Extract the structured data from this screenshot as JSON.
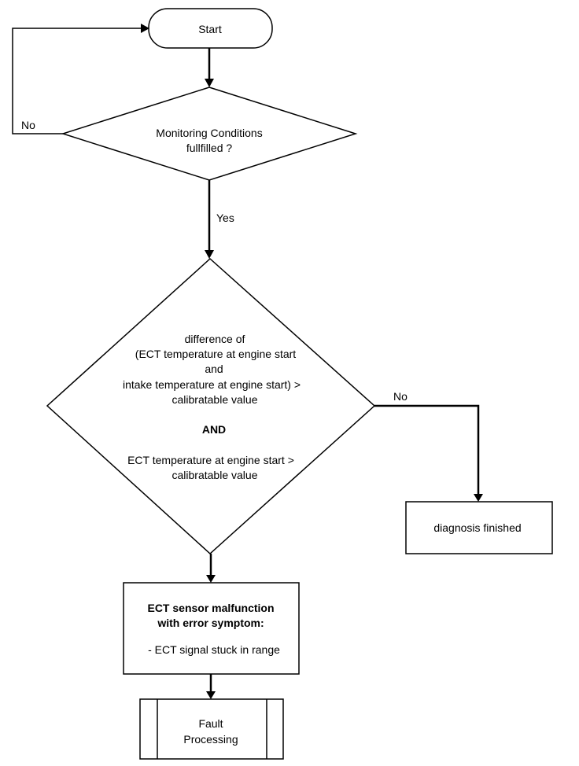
{
  "nodes": {
    "start": {
      "text": "Start"
    },
    "monitoring": {
      "lines": [
        "Monitoring Conditions",
        "fullfilled ?"
      ]
    },
    "condition": {
      "lines": [
        "difference of",
        "(ECT temperature at engine start",
        "and",
        "intake temperature at engine start) >",
        "calibratable value",
        "AND",
        "ECT temperature at engine start >",
        "calibratable value"
      ]
    },
    "finished": {
      "text": "diagnosis finished"
    },
    "malfunction": {
      "lines": [
        "ECT sensor malfunction",
        "with error symptom:",
        "- ECT signal stuck in range"
      ]
    },
    "fault": {
      "lines": [
        "Fault",
        "Processing"
      ]
    }
  },
  "edges": {
    "monitoring_no": "No",
    "monitoring_yes": "Yes",
    "condition_no": "No"
  }
}
